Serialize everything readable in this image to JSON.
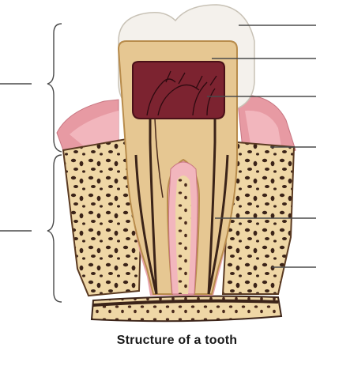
{
  "caption": {
    "text_regular": "Structure",
    "text_bold": "of a tooth"
  },
  "colors": {
    "enamel": "#f4f1ec",
    "dentine": "#e6c792",
    "pulp": "#7c2330",
    "gum": "#e79aa3",
    "bone": "#efd7a6",
    "bone_pores": "#3b2318",
    "canal": "#4a2a1c",
    "leader": "#4a4a4a"
  },
  "labels": {
    "blank_count_right": 6,
    "blank_count_left": 2
  }
}
